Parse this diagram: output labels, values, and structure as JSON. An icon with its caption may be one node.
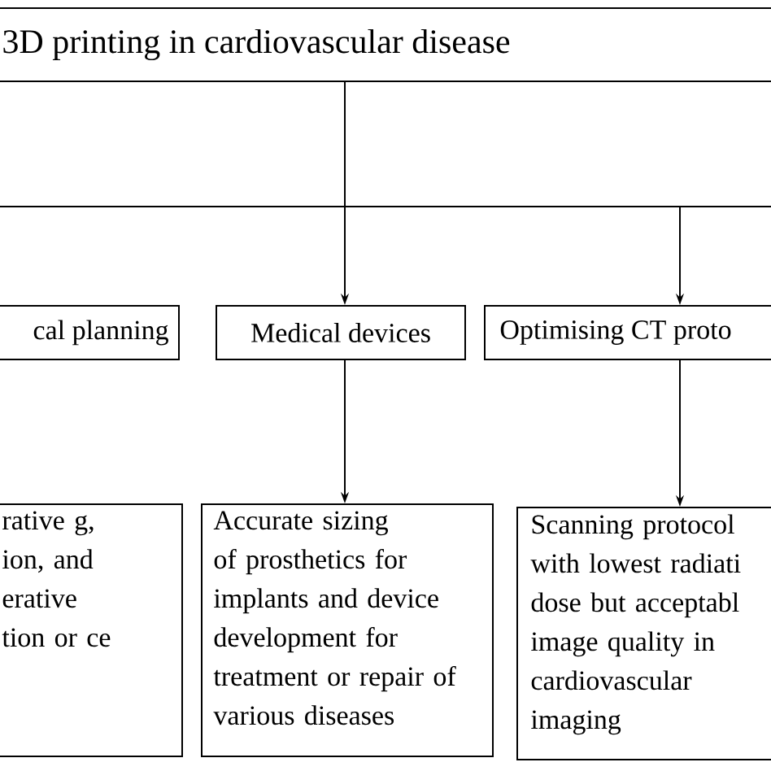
{
  "diagram": {
    "nodes": [
      {
        "text": [
          "3D printing in cardiovascular disease"
        ]
      },
      {
        "text": [
          "cal planning"
        ]
      },
      {
        "text": [
          "Medical devices"
        ]
      },
      {
        "text": [
          "Optimising CT proto"
        ]
      },
      {
        "text": [
          "rative g, ion, and erative tion or ce"
        ]
      },
      {
        "text": [
          "Accurate sizing of prosthetics for implants and device development for treatment or repair of various diseases"
        ]
      },
      {
        "text": [
          "Scanning protocol with lowest radiati dose but acceptabl image quality in cardiovascular imaging"
        ]
      }
    ],
    "edges": [
      {
        "from": 0,
        "to": 2,
        "arrow": "to"
      },
      {
        "from": 0,
        "to": 3,
        "arrow": "to"
      },
      {
        "from": 2,
        "to": 5,
        "arrow": "to"
      },
      {
        "from": 3,
        "to": 6,
        "arrow": "to"
      }
    ]
  }
}
